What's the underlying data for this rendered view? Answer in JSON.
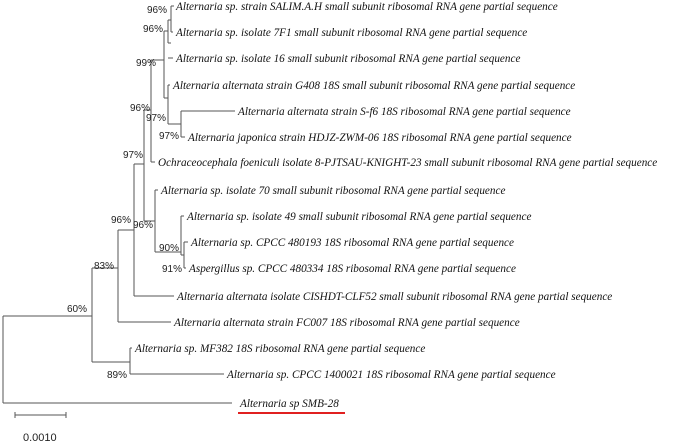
{
  "tree": {
    "taxa": [
      "Alternaria sp. strain SALIM.A.H small subunit ribosomal RNA gene partial sequence",
      "Alternaria sp. isolate 7F1 small subunit ribosomal RNA gene partial sequence",
      "Alternaria sp. isolate 16 small subunit ribosomal RNA gene partial sequence",
      "Alternaria alternata strain G408 18S small subunit ribosomal RNA gene partial sequence",
      "Alternaria alternata strain S-f6 18S ribosomal RNA gene partial sequence",
      "Alternaria japonica strain HDJZ-ZWM-06 18S ribosomal RNA gene partial sequence",
      "Ochraceocephala foeniculi isolate 8-PJTSAU-KNIGHT-23 small subunit ribosomal RNA gene partial sequence",
      "Alternaria sp. isolate 70 small subunit ribosomal RNA gene partial sequence",
      "Alternaria sp. isolate 49 small subunit ribosomal RNA gene partial sequence",
      "Alternaria sp. CPCC 480193 18S ribosomal RNA gene partial sequence",
      "Aspergillus sp. CPCC 480334 18S ribosomal RNA gene partial sequence",
      "Alternaria alternata isolate CISHDT-CLF52 small subunit ribosomal RNA gene partial sequence",
      "Alternaria alternata strain FC007 18S ribosomal RNA gene partial sequence",
      "Alternaria sp. MF382 18S ribosomal RNA gene partial sequence",
      "Alternaria sp. CPCC 1400021 18S ribosomal RNA gene partial sequence",
      "Alternaria sp SMB-28"
    ],
    "bootstrap": [
      "96%",
      "96%",
      "99%",
      "96%",
      "97%",
      "97%",
      "97%",
      "96%",
      "96%",
      "90%",
      "91%",
      "83%",
      "60%",
      "89%"
    ],
    "highlighted_taxon": "Alternaria sp SMB-28",
    "highlight_color": "#e02020",
    "branch_color": "#555555",
    "scale_bar_label": "0.0010"
  }
}
